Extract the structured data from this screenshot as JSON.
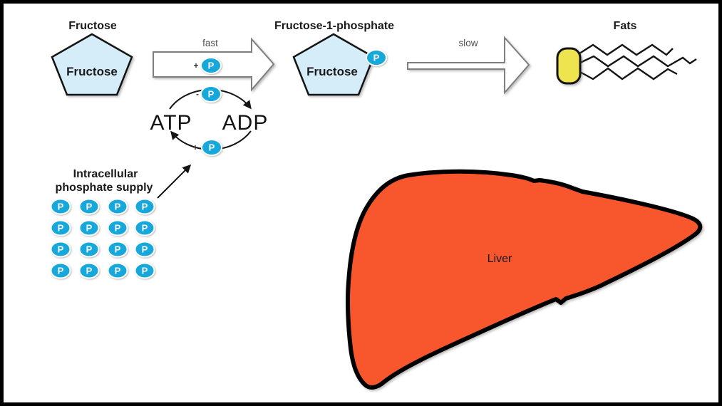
{
  "labels": {
    "fructose_title": "Fructose",
    "fructose_1_phosphate_title": "Fructose-1-phosphate",
    "fats_title": "Fats",
    "fast": "fast",
    "slow": "slow",
    "fructose_pentagon": "Fructose",
    "fructose_1p_pentagon": "Fructose",
    "atp": "ATP",
    "adp": "ADP",
    "intracellular_line1": "Intracellular",
    "intracellular_line2": "phosphate supply",
    "liver": "Liver",
    "phosphate_symbol": "P",
    "plus": "+",
    "minus": "-"
  },
  "colors": {
    "phosphate_fill": "#17A8DB",
    "pentagon_fill": "#D5EDF8",
    "liver_fill": "#F8572D",
    "fat_head_fill": "#EDE44F",
    "block_arrow_outline": "#7F7F7F",
    "frame": "#000000"
  },
  "phosphate_grid": {
    "rows": 4,
    "cols": 4,
    "symbol": "P"
  }
}
